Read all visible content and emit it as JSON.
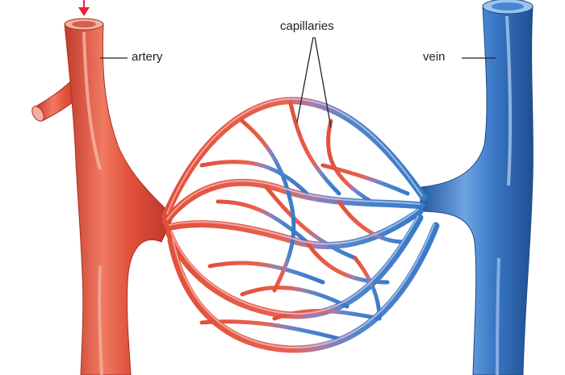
{
  "labels": {
    "artery": "artery",
    "vein": "vein",
    "capillaries": "capillaries"
  },
  "colors": {
    "artery": "#e2503c",
    "artery_light": "#f08a70",
    "artery_dark": "#b8352a",
    "vein": "#3a78c6",
    "vein_light": "#7fb1e8",
    "vein_dark": "#22589f",
    "flow_arrow": "#e8233a",
    "leader_line": "#222222"
  },
  "icons": {
    "flow": "arrow-down-icon"
  }
}
